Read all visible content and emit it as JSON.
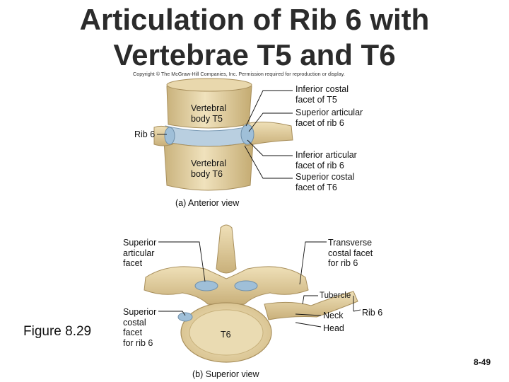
{
  "title_line1": "Articulation of Rib 6 with",
  "title_line2": "Vertebrae T5 and T6",
  "copyright": "Copyright © The McGraw-Hill Companies, Inc. Permission required for reproduction or display.",
  "anterior": {
    "vertebral_body_t5": [
      "Vertebral",
      "body T5"
    ],
    "vertebral_body_t6": [
      "Vertebral",
      "body T6"
    ],
    "rib6": "Rib 6",
    "inferior_costal_facet_t5": [
      "Inferior costal",
      "facet of T5"
    ],
    "superior_articular_facet_rib6": [
      "Superior articular",
      "facet of rib 6"
    ],
    "inferior_articular_facet_rib6": [
      "Inferior articular",
      "facet of rib 6"
    ],
    "superior_costal_facet_t6": [
      "Superior costal",
      "facet of T6"
    ],
    "caption": "(a) Anterior view"
  },
  "superior": {
    "superior_articular_facet": [
      "Superior",
      "articular",
      "facet"
    ],
    "transverse_costal_facet": [
      "Transverse",
      "costal facet",
      "for rib 6"
    ],
    "tubercle": "Tubercle",
    "superior_costal_facet": [
      "Superior",
      "costal",
      "facet",
      "for rib 6"
    ],
    "neck": "Neck",
    "head": "Head",
    "rib6": "Rib 6",
    "t6": "T6",
    "caption": "(b) Superior view"
  },
  "figure_label": "Figure 8.29",
  "page_number": "8-49",
  "colors": {
    "bone": "#e8d7ad",
    "bone_shadow": "#c7b07a",
    "cartilage": "#9fbfd8",
    "leader": "#111111"
  }
}
